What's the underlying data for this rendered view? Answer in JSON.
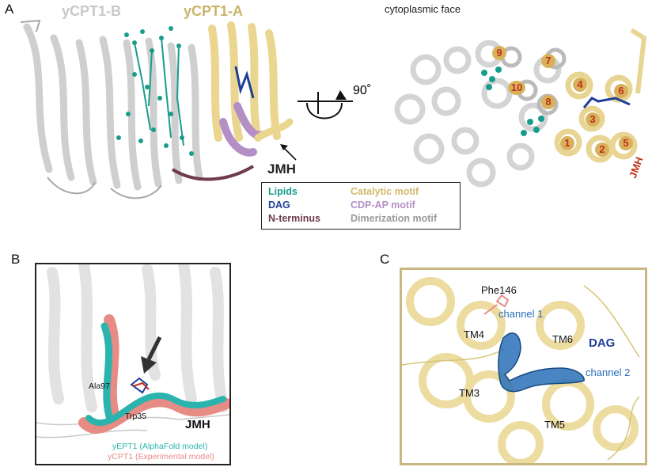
{
  "panel_a": {
    "letter": "A",
    "label_b": "yCPT1-B",
    "label_a": "yCPT1-A",
    "rotation": "90˚",
    "face_label": "cytoplasmic face",
    "jmh_label": "JMH",
    "jmh_label_right": "JMH",
    "helix_numbers": [
      "9",
      "7",
      "4",
      "6",
      "10",
      "8",
      "3",
      "1",
      "2",
      "5"
    ],
    "legend": {
      "lipids": "Lipids",
      "dag": "DAG",
      "nterm": "N-terminus",
      "catalytic": "Catalytic motif",
      "cdp": "CDP-AP motif",
      "dimer": "Dimerization motif",
      "colors": {
        "lipids": "#1a9c8c",
        "dag": "#1d3f9a",
        "nterm": "#6e3b4f",
        "catalytic": "#d8c07a",
        "cdp": "#b48fc6",
        "dimer": "#9a9a9a"
      }
    }
  },
  "panel_b": {
    "letter": "B",
    "ala": "Ala97",
    "trp": "Trp35",
    "jmh": "JMH",
    "yept1": "yEPT1 (AlphaFold model)",
    "ycpt1": "yCPT1 (Experimental model)",
    "colors": {
      "yept1": "#2bb3ad",
      "ycpt1": "#e78b85"
    }
  },
  "panel_c": {
    "letter": "C",
    "phe": "Phe146",
    "channel1": "channel 1",
    "channel2": "channel 2",
    "dag": "DAG",
    "tm3": "TM3",
    "tm4": "TM4",
    "tm5": "TM5",
    "tm6": "TM6",
    "colors": {
      "channel": "#2a70b8",
      "frame": "#c9b781"
    }
  }
}
